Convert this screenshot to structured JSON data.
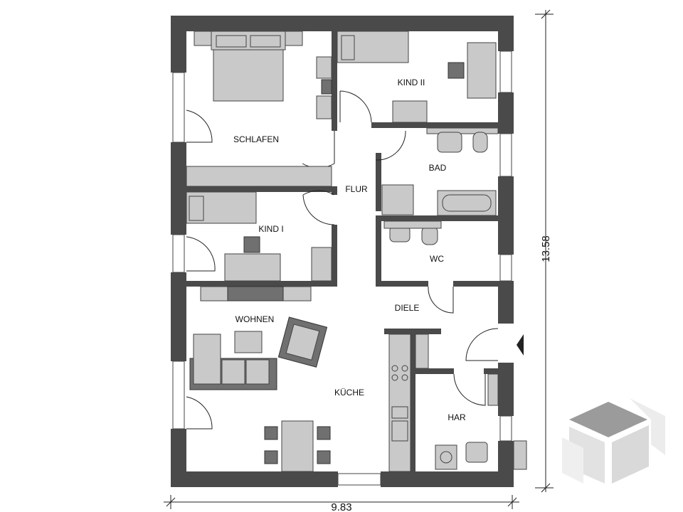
{
  "rooms": {
    "schlafen": "SCHLAFEN",
    "kind2": "KIND II",
    "bad": "BAD",
    "flur": "FLUR",
    "kind1": "KIND I",
    "wc": "WC",
    "wohnen": "WOHNEN",
    "diele": "DIELE",
    "kueche": "KÜCHE",
    "har": "HAR"
  },
  "dimensions": {
    "width": "9.83",
    "depth": "13.58"
  },
  "colors": {
    "wall": "#4a4a4a",
    "furniture": "#c9c9c9",
    "furniture_dark": "#707070",
    "logo": "#bdbdbd"
  },
  "icons": [
    "entrance-arrow-icon",
    "logo-cube-icon"
  ]
}
